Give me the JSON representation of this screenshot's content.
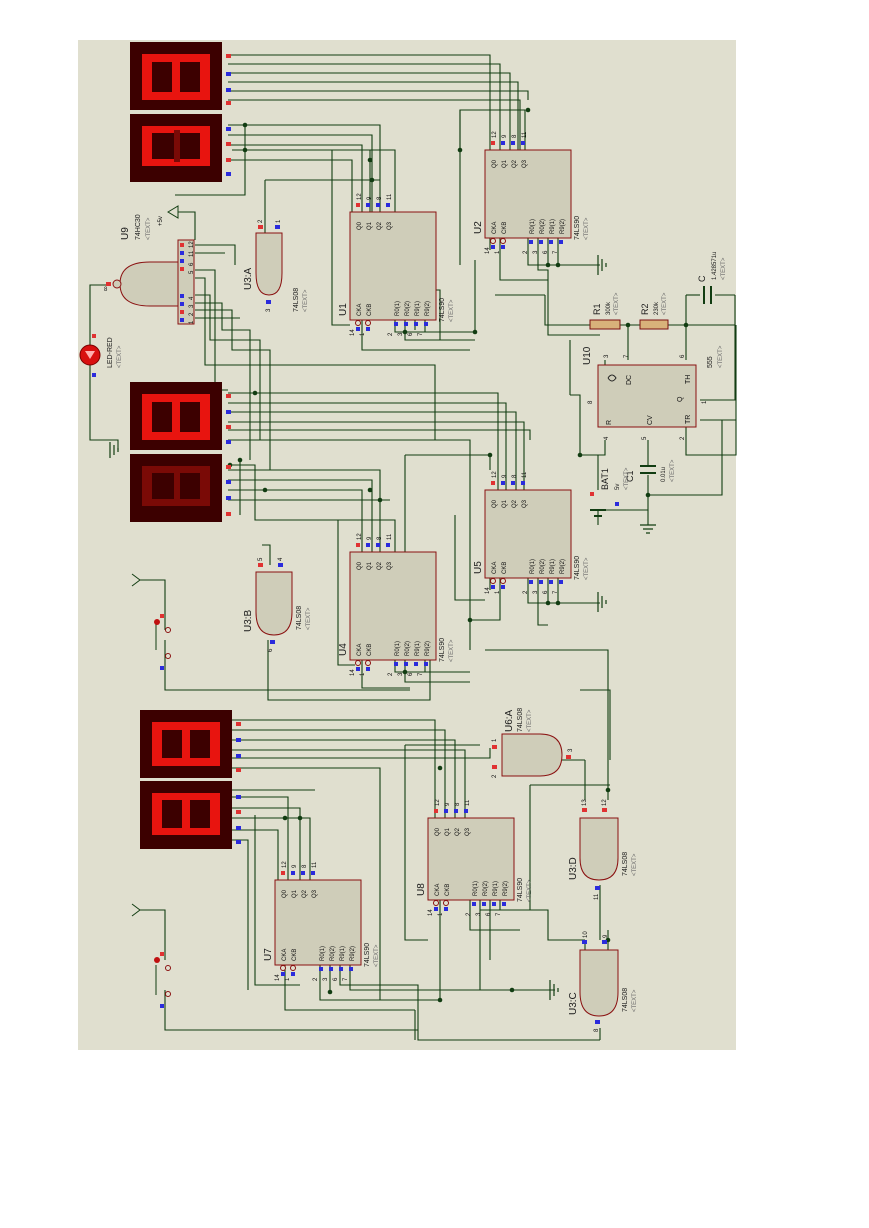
{
  "counters": [
    {
      "ref": "U1",
      "part": "74LS90",
      "text": "<TEXT>"
    },
    {
      "ref": "U2",
      "part": "74LS90",
      "text": "<TEXT>"
    },
    {
      "ref": "U4",
      "part": "74LS90",
      "text": "<TEXT>"
    },
    {
      "ref": "U5",
      "part": "74LS90",
      "text": "<TEXT>"
    },
    {
      "ref": "U7",
      "part": "74LS90",
      "text": "<TEXT>"
    },
    {
      "ref": "U8",
      "part": "74LS90",
      "text": "<TEXT>"
    }
  ],
  "counter_pins": {
    "outputs": [
      "Q0",
      "Q1",
      "Q2",
      "Q3"
    ],
    "output_nums": [
      "12",
      "9",
      "8",
      "11"
    ],
    "clocks": [
      "CKA",
      "CKB"
    ],
    "clock_nums": [
      "14",
      "1"
    ],
    "resets": [
      "R0(1)",
      "R0(2)",
      "R9(1)",
      "R9(2)"
    ],
    "reset_nums": [
      "2",
      "3",
      "6",
      "7"
    ]
  },
  "gates": {
    "u3a": {
      "ref": "U3:A",
      "part": "74LS08",
      "text": "<TEXT>",
      "in1": "2",
      "in2": "1",
      "out": "3"
    },
    "u3b": {
      "ref": "U3:B",
      "part": "74LS08",
      "text": "<TEXT>",
      "in1": "5",
      "in2": "4",
      "out": "6"
    },
    "u3c": {
      "ref": "U3:C",
      "part": "74LS08",
      "text": "<TEXT>",
      "in1": "10",
      "in2": "9",
      "out": "8"
    },
    "u3d": {
      "ref": "U3:D",
      "part": "74LS08",
      "text": "<TEXT>",
      "in1": "13",
      "in2": "12",
      "out": "11"
    },
    "u6a": {
      "ref": "U6:A",
      "part": "74LS08",
      "text": "<TEXT>",
      "in1": "1",
      "in2": "2",
      "out": "3"
    },
    "u9": {
      "ref": "U9",
      "part": "74HC30",
      "text": "<TEXT>",
      "supply": "+5v",
      "out": "8",
      "ins": [
        "12",
        "11",
        "6",
        "5",
        "4",
        "3",
        "2",
        "1"
      ]
    }
  },
  "timer": {
    "ref": "U10",
    "part": "555",
    "text": "<TEXT>",
    "pins": {
      "dc": "DC",
      "r": "R",
      "cv": "CV",
      "q": "Q",
      "th": "TH",
      "tr": "TR"
    },
    "pin_nums": {
      "dc": "7",
      "r": "4",
      "cv": "5",
      "q": "3",
      "th": "6",
      "tr": "2",
      "vcc": "8",
      "gnd": "1"
    }
  },
  "passives": {
    "r1": {
      "ref": "R1",
      "value": "300k",
      "text": "<TEXT>"
    },
    "r2": {
      "ref": "R2",
      "value": "230k",
      "text": "<TEXT>"
    },
    "c": {
      "ref": "C",
      "value": "1.428571u",
      "text": "<TEXT>"
    },
    "c1": {
      "ref": "C1",
      "value": "0.01u",
      "text": "<TEXT>"
    },
    "bat": {
      "ref": "BAT1",
      "value": "5v",
      "text": "<TEXT>"
    },
    "led": {
      "ref": "LED-RED",
      "text": "<TEXT>"
    }
  },
  "colors": {
    "background": "#e0dfcf",
    "wire": "#123d12",
    "segment_on": "#e8140f",
    "display_bg": "#3c0000",
    "pin_red": "#e03232",
    "pin_blue": "#2b2bdc"
  }
}
